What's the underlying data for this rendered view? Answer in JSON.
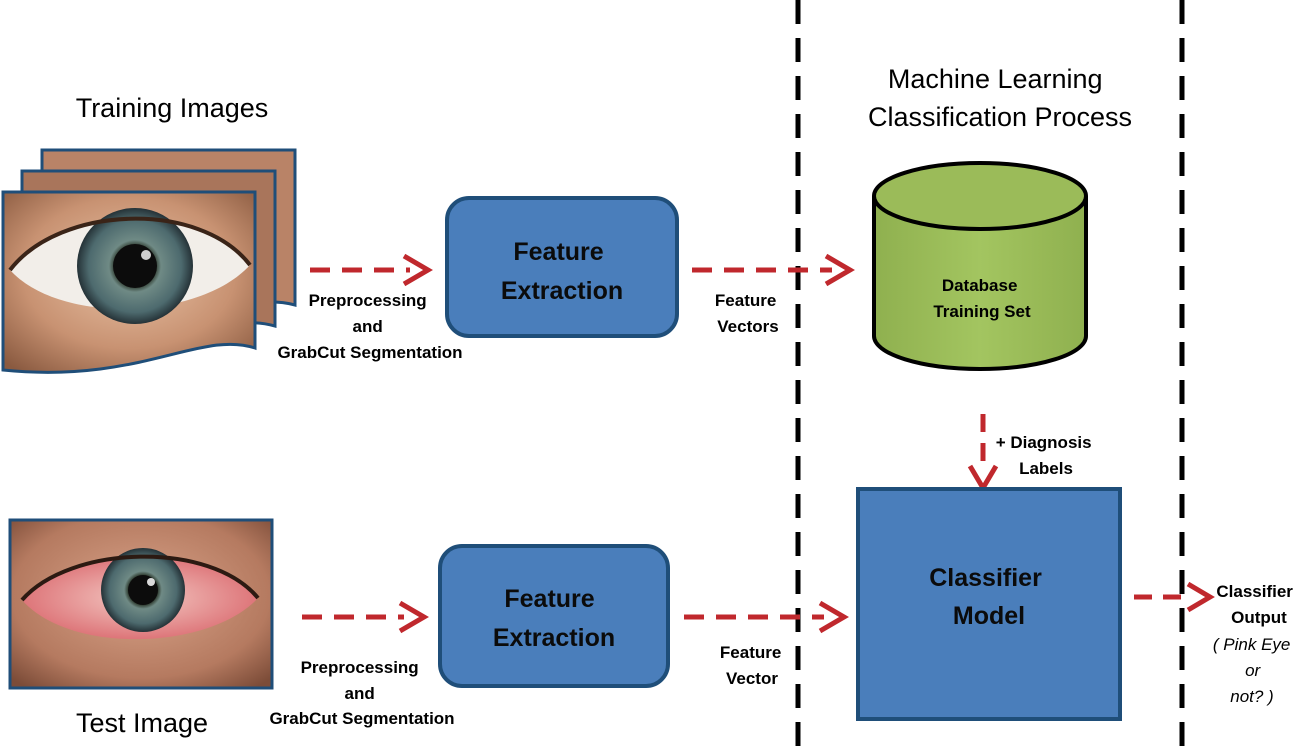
{
  "training": {
    "title": "Training Images",
    "step1_label": [
      "Preprocessing",
      "and",
      "GrabCut Segmentation"
    ],
    "extract_box": [
      "Feature",
      "Extraction"
    ],
    "vectors_label": [
      "Feature",
      "Vectors"
    ]
  },
  "ml": {
    "title": [
      "Machine Learning",
      "Classification Process"
    ],
    "database": [
      "Database",
      "Training Set"
    ],
    "labels": [
      "+ Diagnosis",
      "Labels"
    ],
    "classifier": [
      "Classifier",
      "Model"
    ]
  },
  "test": {
    "title": "Test Image",
    "step1_label": [
      "Preprocessing",
      "and",
      "GrabCut Segmentation"
    ],
    "extract_box": [
      "Feature",
      "Extraction"
    ],
    "vector_label": [
      "Feature",
      "Vector"
    ]
  },
  "output": {
    "label": [
      "Classifier",
      "Output"
    ],
    "result": [
      "( Pink Eye",
      "or",
      "not? )"
    ]
  },
  "colors": {
    "box_fill": "#4a7ebb",
    "box_stroke": "#1f4e79",
    "db_fill": "#9bbb59",
    "arrow": "#c0282d",
    "frame": "#2f5597"
  }
}
